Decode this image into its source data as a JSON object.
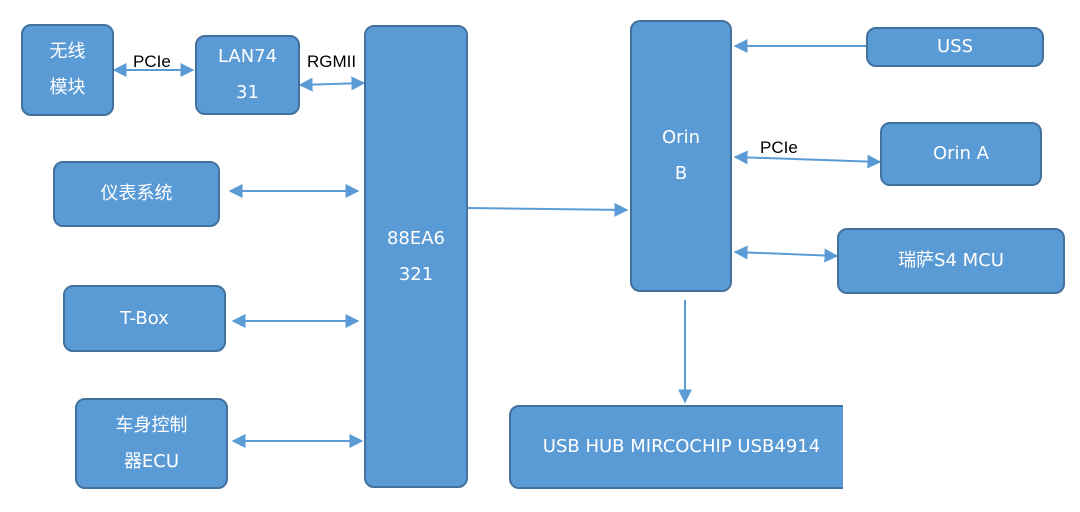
{
  "colors": {
    "box_fill": "#5b9bd5",
    "box_border": "#41719c",
    "arrow": "#5b9bd5"
  },
  "nodes": {
    "wireless": {
      "line1": "无线",
      "line2": "模块"
    },
    "lan": {
      "line1": "LAN74",
      "line2": "31"
    },
    "cluster": {
      "label": "仪表系统"
    },
    "tbox": {
      "label": "T-Box"
    },
    "bcm": {
      "line1": "车身控制",
      "line2": "器ECU"
    },
    "switch": {
      "line1": "88EA6",
      "line2": "321"
    },
    "orin_b": {
      "line1": "Orin",
      "line2": "B"
    },
    "uss": {
      "label": "USS"
    },
    "orin_a": {
      "label": "Orin A"
    },
    "renesas": {
      "label": "瑞萨S4 MCU"
    },
    "usb_hub": {
      "label": "USB HUB MIRCOCHIP USB4914"
    }
  },
  "edge_labels": {
    "pcie_1": "PCIe",
    "rgmii": "RGMII",
    "pcie_2": "PCIe"
  }
}
